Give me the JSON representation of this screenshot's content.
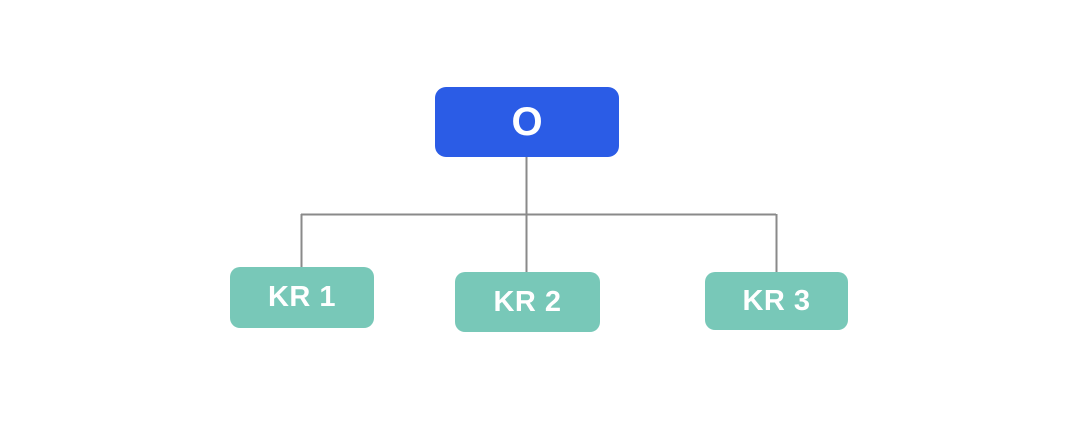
{
  "diagram": {
    "type": "okr-tree",
    "background_color": "#ffffff",
    "connector_color": "#8a8a8a",
    "root": {
      "id": "objective",
      "label": "O",
      "fill_color": "#2b5ce6",
      "text_color": "#ffffff"
    },
    "children": [
      {
        "id": "kr-1",
        "label": "KR 1",
        "fill_color": "#78c8b8",
        "text_color": "#ffffff"
      },
      {
        "id": "kr-2",
        "label": "KR 2",
        "fill_color": "#78c8b8",
        "text_color": "#ffffff"
      },
      {
        "id": "kr-3",
        "label": "KR 3",
        "fill_color": "#78c8b8",
        "text_color": "#ffffff"
      }
    ]
  }
}
